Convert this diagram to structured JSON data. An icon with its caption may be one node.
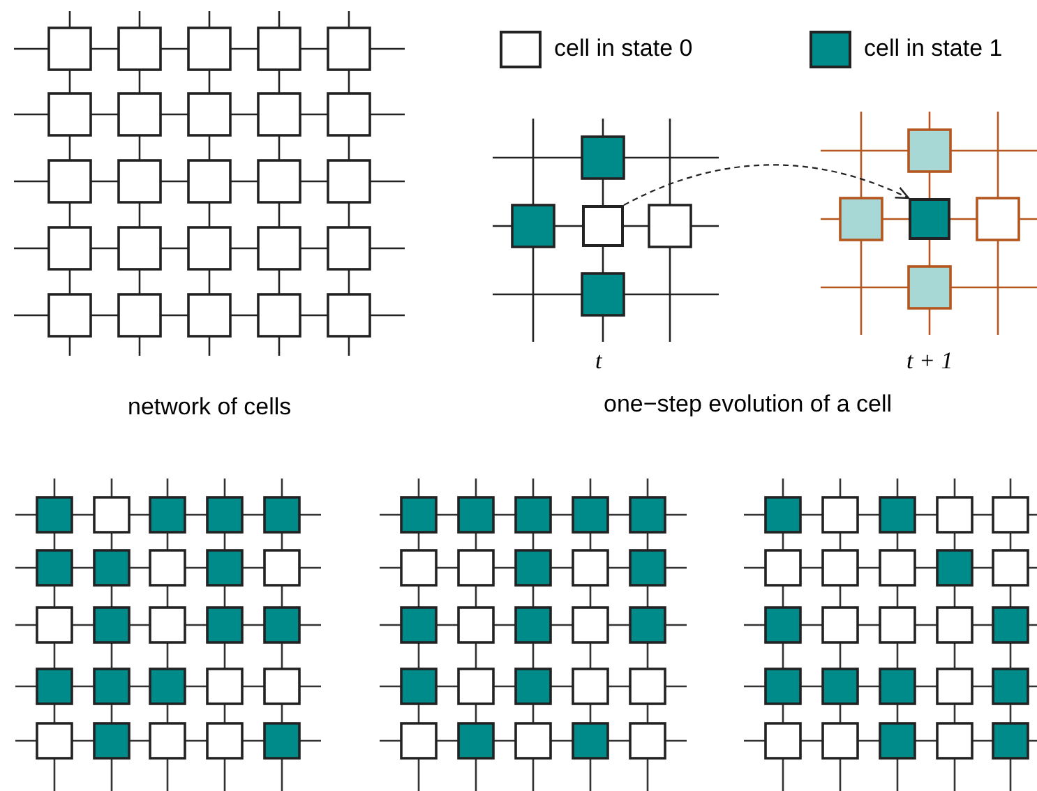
{
  "diagram": {
    "nodes": [
      {
        "text": [],
        "shape": "box"
      },
      {
        "text": [],
        "shape": "box"
      }
    ],
    "edges": [
      {
        "from": 0,
        "to": 1,
        "arrow": "to",
        "style": "dashed"
      }
    ],
    "labels": [
      "network of cells",
      "t",
      "t + 1",
      "one−step evolution of a cell"
    ],
    "legend": [
      {
        "text": "cell in state 0",
        "color": "#ffffff"
      },
      {
        "text": "cell in state 1",
        "color": "#008b8b"
      }
    ]
  }
}
